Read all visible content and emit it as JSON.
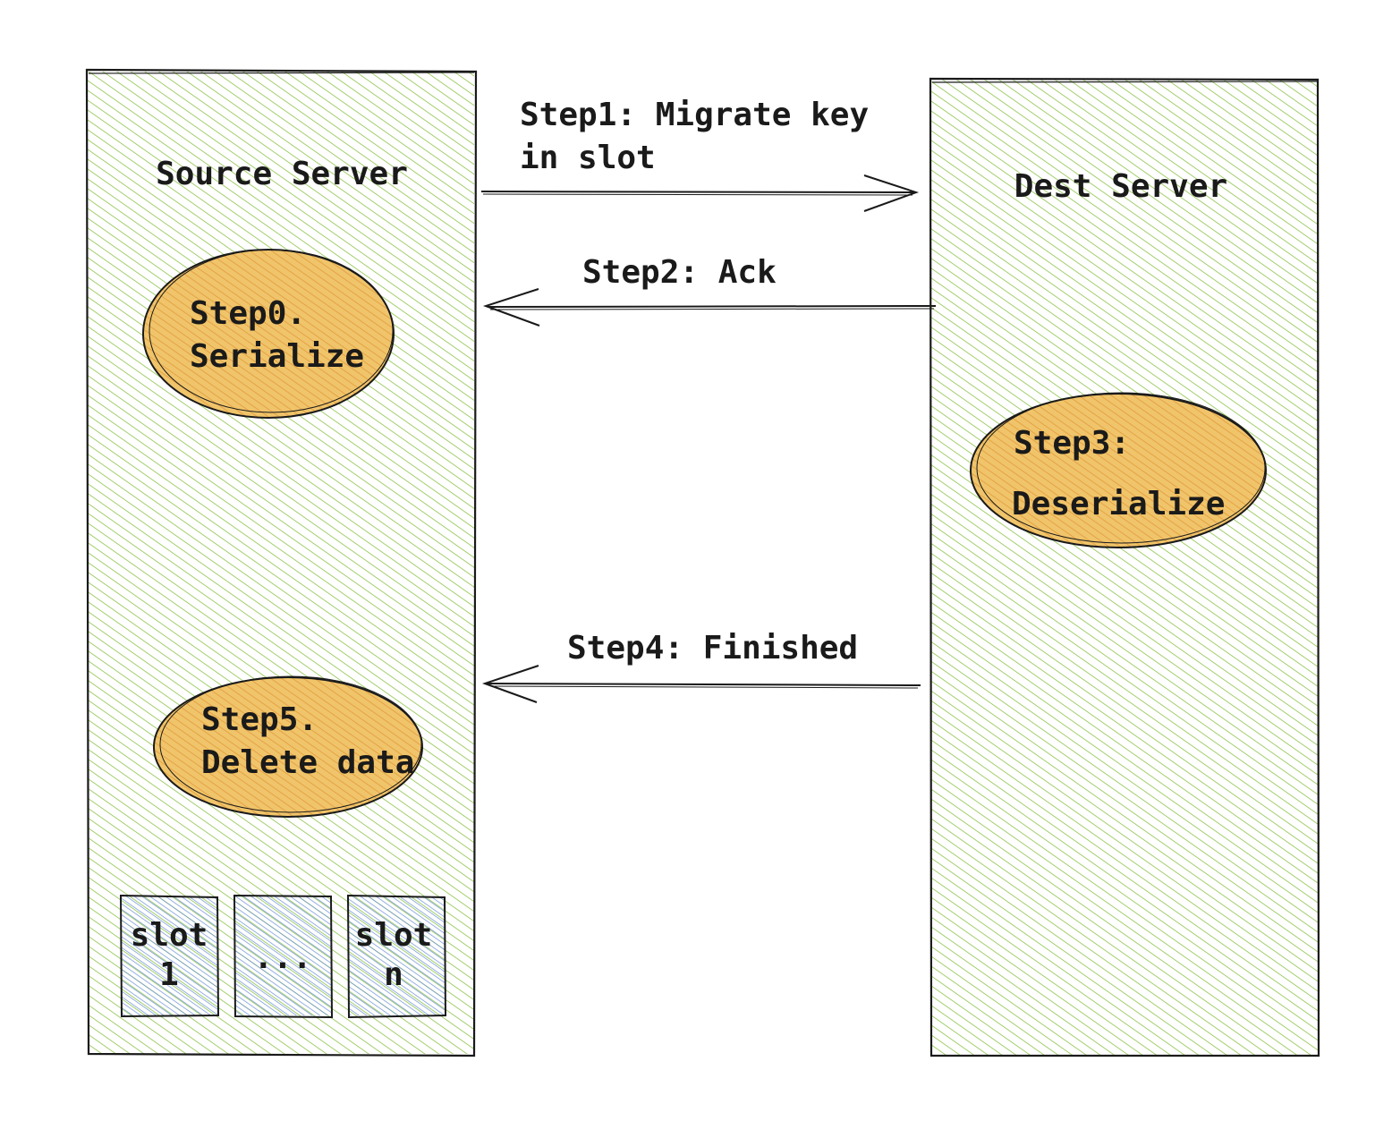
{
  "source_server": {
    "title": "Source Server",
    "step0": {
      "line1": "Step0.",
      "line2": "Serialize"
    },
    "step5": {
      "line1": "Step5.",
      "line2": "Delete data"
    },
    "slots": [
      {
        "line1": "slot",
        "line2": "1"
      },
      {
        "line1": "",
        "line2": "..."
      },
      {
        "line1": "slot",
        "line2": "n"
      }
    ]
  },
  "dest_server": {
    "title": "Dest Server",
    "step3": {
      "line1": "Step3:",
      "line2": "Deserialize"
    }
  },
  "arrows": {
    "step1": {
      "line1": "Step1: Migrate key",
      "line2": "in slot"
    },
    "step2": {
      "label": "Step2: Ack"
    },
    "step4": {
      "label": "Step4: Finished"
    }
  },
  "colors": {
    "server_hatch": "#8cc34a",
    "ellipse_fill": "#f0c46a",
    "ellipse_hatch": "#e29a3c",
    "slot_hatch": "#6b8fd6",
    "stroke": "#1a1a1a"
  }
}
